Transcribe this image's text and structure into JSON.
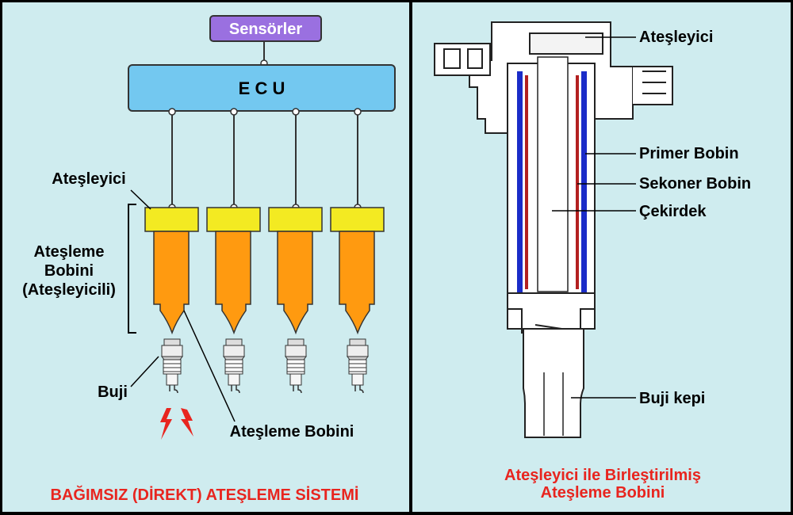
{
  "left_panel": {
    "sensors_label": "Sensörler",
    "ecu_label": "E C U",
    "igniter_label": "Ateşleyici",
    "coil_group_label_line1": "Ateşleme",
    "coil_group_label_line2": "Bobini",
    "coil_group_label_line3": "(Ateşleyicili)",
    "spark_plug_label": "Buji",
    "ignition_coil_label": "Ateşleme Bobini",
    "title": "BAĞIMSIZ (DİREKT) ATEŞLEME SİSTEMİ"
  },
  "right_panel": {
    "igniter_label": "Ateşleyici",
    "primary_coil_label": "Primer Bobin",
    "secondary_coil_label": "Sekoner Bobin",
    "core_label": "Çekirdek",
    "plug_cap_label": "Buji kepi",
    "title_line1": "Ateşleyici ile Birleştirilmiş",
    "title_line2": "Ateşleme Bobini"
  },
  "colors": {
    "background": "#cfecef",
    "border": "#000000",
    "sensors_box": "#9a70e0",
    "ecu_box": "#73c8f0",
    "igniter": "#f3ea22",
    "coil": "#ff9a10",
    "title_red": "#e8251f",
    "primary_coil": "#1b2cc8",
    "secondary_coil": "#b32020",
    "spark": "#e8251f"
  },
  "icons": [
    "spark-plug-icon",
    "spark-icon",
    "ignition-coil-cutaway-icon"
  ]
}
